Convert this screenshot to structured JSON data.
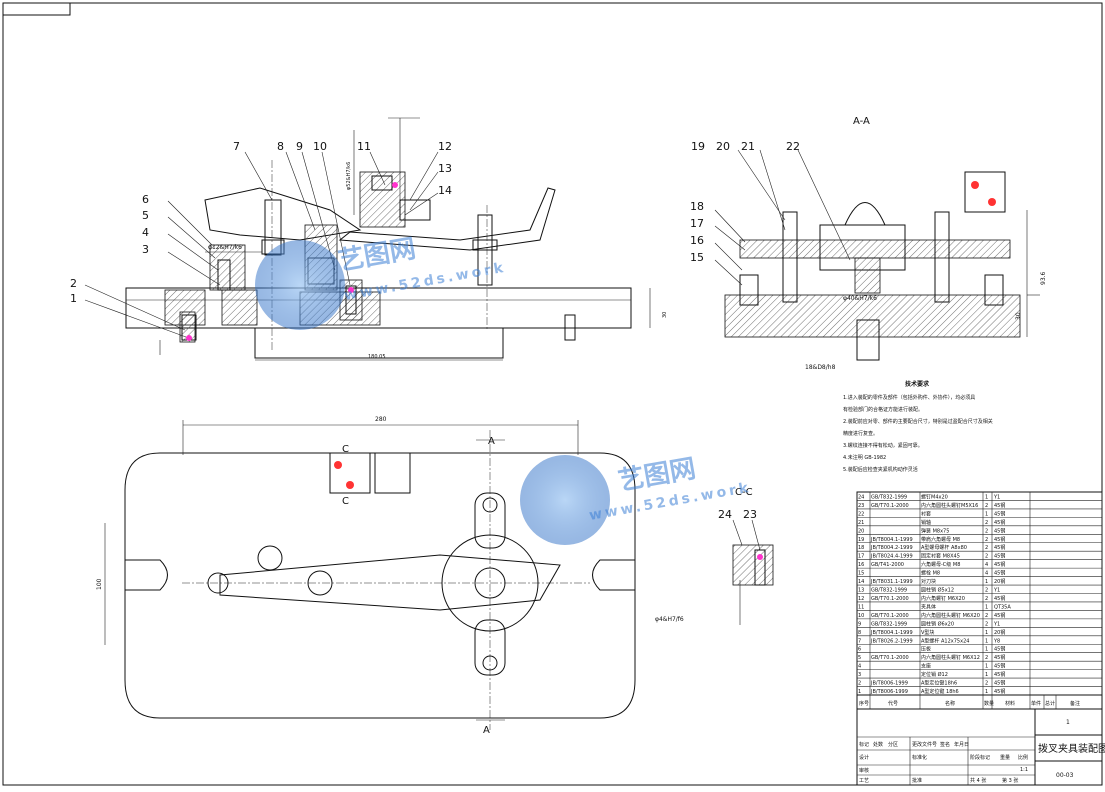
{
  "drawing": {
    "section_labels": {
      "aa": "A-A",
      "cc": "C-C",
      "a_mark": "A",
      "c_mark": "C"
    },
    "part_balloons_front": [
      "7",
      "8",
      "9",
      "10",
      "11",
      "12",
      "13",
      "14",
      "6",
      "5",
      "4",
      "3",
      "2",
      "1"
    ],
    "part_balloons_side": [
      "19",
      "20",
      "21",
      "22",
      "18",
      "17",
      "16",
      "15"
    ],
    "part_balloons_cc": [
      "24",
      "23"
    ],
    "dimensions": {
      "top_fit_1": "φ52&H7/k6",
      "left_fit": "φ12&H7/k6",
      "side_fit": "φ40&H7/k6",
      "bottom_fit": "18&D8/h8",
      "cc_fit": "φ4&H7/f6",
      "width_280": "280",
      "height_100": "100",
      "height_93_6": "93.6",
      "height_30": "30",
      "left_30": "30",
      "front_base": "180.05"
    },
    "tech_req": {
      "title": "技术要求",
      "lines": [
        "1.进入装配的零件及部件（包括外购件、外协件），均必须具",
        "有检验部门的合格证方能进行装配。",
        "2.装配前应对零、部件的主要配合尺寸，特别是过盈配合尺寸及相关",
        "精度进行复查。",
        "3.螺纹连接不得有松动，紧固可靠。",
        "4.未注明 GB-1982",
        "5.装配后应检查夹紧机构动作灵活"
      ]
    },
    "bom_rows": [
      [
        "24",
        "GB/T832-1999",
        "螺钉M4x20",
        "1",
        "Y1",
        ""
      ],
      [
        "23",
        "GB/T70.1-2000",
        "内六角圆柱头螺钉M5X16",
        "2",
        "45钢",
        ""
      ],
      [
        "22",
        "",
        "衬套",
        "1",
        "45钢",
        ""
      ],
      [
        "21",
        "",
        "销轴",
        "2",
        "45钢",
        ""
      ],
      [
        "20",
        "",
        "弹簧 M8x75",
        "2",
        "45钢",
        ""
      ],
      [
        "19",
        "JB/T8004.1-1999",
        "带肩六角螺母 M8",
        "2",
        "45钢",
        ""
      ],
      [
        "18",
        "JB/T8004.2-1999",
        "A型螺母螺杆 A8x80",
        "2",
        "45钢",
        ""
      ],
      [
        "17",
        "JB/T8024.4-1999",
        "固定衬套 M8X45",
        "2",
        "45钢",
        ""
      ],
      [
        "16",
        "GB/T41-2000",
        "六角螺母-C级 M8",
        "4",
        "45钢",
        ""
      ],
      [
        "15",
        "",
        "螺栓 M8",
        "4",
        "45钢",
        ""
      ],
      [
        "14",
        "JB/T8031.1-1999",
        "对刀块",
        "1",
        "20钢",
        ""
      ],
      [
        "13",
        "GB/T832-1999",
        "圆柱销 Ø5x12",
        "2",
        "Y1",
        ""
      ],
      [
        "12",
        "GB/T70.1-2000",
        "内六角螺钉 M6X20",
        "2",
        "45钢",
        ""
      ],
      [
        "11",
        "",
        "夹具体",
        "1",
        "QT35A",
        ""
      ],
      [
        "10",
        "GB/T70.1-2000",
        "内六角圆柱头螺钉 M6X20",
        "2",
        "45钢",
        ""
      ],
      [
        "9",
        "GB/T832-1999",
        "圆柱销 Ø6x20",
        "2",
        "Y1",
        ""
      ],
      [
        "8",
        "JB/T8004.1-1999",
        "V型块",
        "1",
        "20钢",
        ""
      ],
      [
        "7",
        "JB/T8026.2-1999",
        "A型螺杆 A12x75x24",
        "1",
        "Y8",
        ""
      ],
      [
        "6",
        "",
        "压板",
        "1",
        "45钢",
        ""
      ],
      [
        "5",
        "GB/T70.1-2000",
        "内六角圆柱头螺钉 M6X12",
        "2",
        "45钢",
        ""
      ],
      [
        "4",
        "",
        "支座",
        "1",
        "45钢",
        ""
      ],
      [
        "3",
        "",
        "定位销 Ø12",
        "1",
        "45钢",
        ""
      ],
      [
        "2",
        "JB/T8006-1999",
        "A型定位键18h6",
        "2",
        "45钢",
        ""
      ],
      [
        "1",
        "JB/T8006-1999",
        "A型定位键 18h6",
        "1",
        "45钢",
        ""
      ]
    ],
    "bom_header": [
      "序号",
      "代号",
      "名称",
      "数量",
      "材料",
      "单件",
      "总计",
      "备注"
    ],
    "title_block": {
      "drawing_title": "拨叉夹具装配图",
      "drawing_no": "00-03",
      "scale": "1:1",
      "qty": "1",
      "sheet_total": "共 4 张",
      "sheet_no": "第 3 张",
      "row_labels": [
        "标记",
        "处数",
        "分区",
        "更改文件号",
        "签名",
        "年月日"
      ],
      "role_labels": [
        "设计",
        "审核",
        "工艺",
        "标准化",
        "批准"
      ],
      "stage_labels": [
        "阶段标记",
        "重量",
        "比例"
      ]
    },
    "watermark": {
      "brand": "艺图网",
      "url": "www.52ds.work"
    }
  }
}
